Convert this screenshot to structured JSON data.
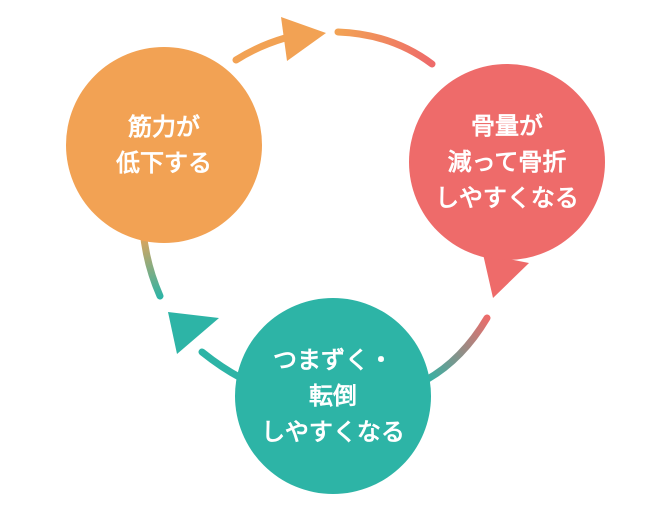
{
  "nodes": {
    "muscle": {
      "lines": [
        "筋力が",
        "低下する"
      ],
      "color": "#F2A254"
    },
    "bone": {
      "lines": [
        "骨量が",
        "減って骨折",
        "しやすくなる"
      ],
      "color": "#EE6B6A"
    },
    "fall": {
      "lines": [
        "つまずく・",
        "転倒",
        "しやすくなる"
      ],
      "color": "#2DB4A6"
    }
  },
  "colors": {
    "orange": "#F2A254",
    "red": "#EE6B6A",
    "teal": "#2DB4A6"
  }
}
